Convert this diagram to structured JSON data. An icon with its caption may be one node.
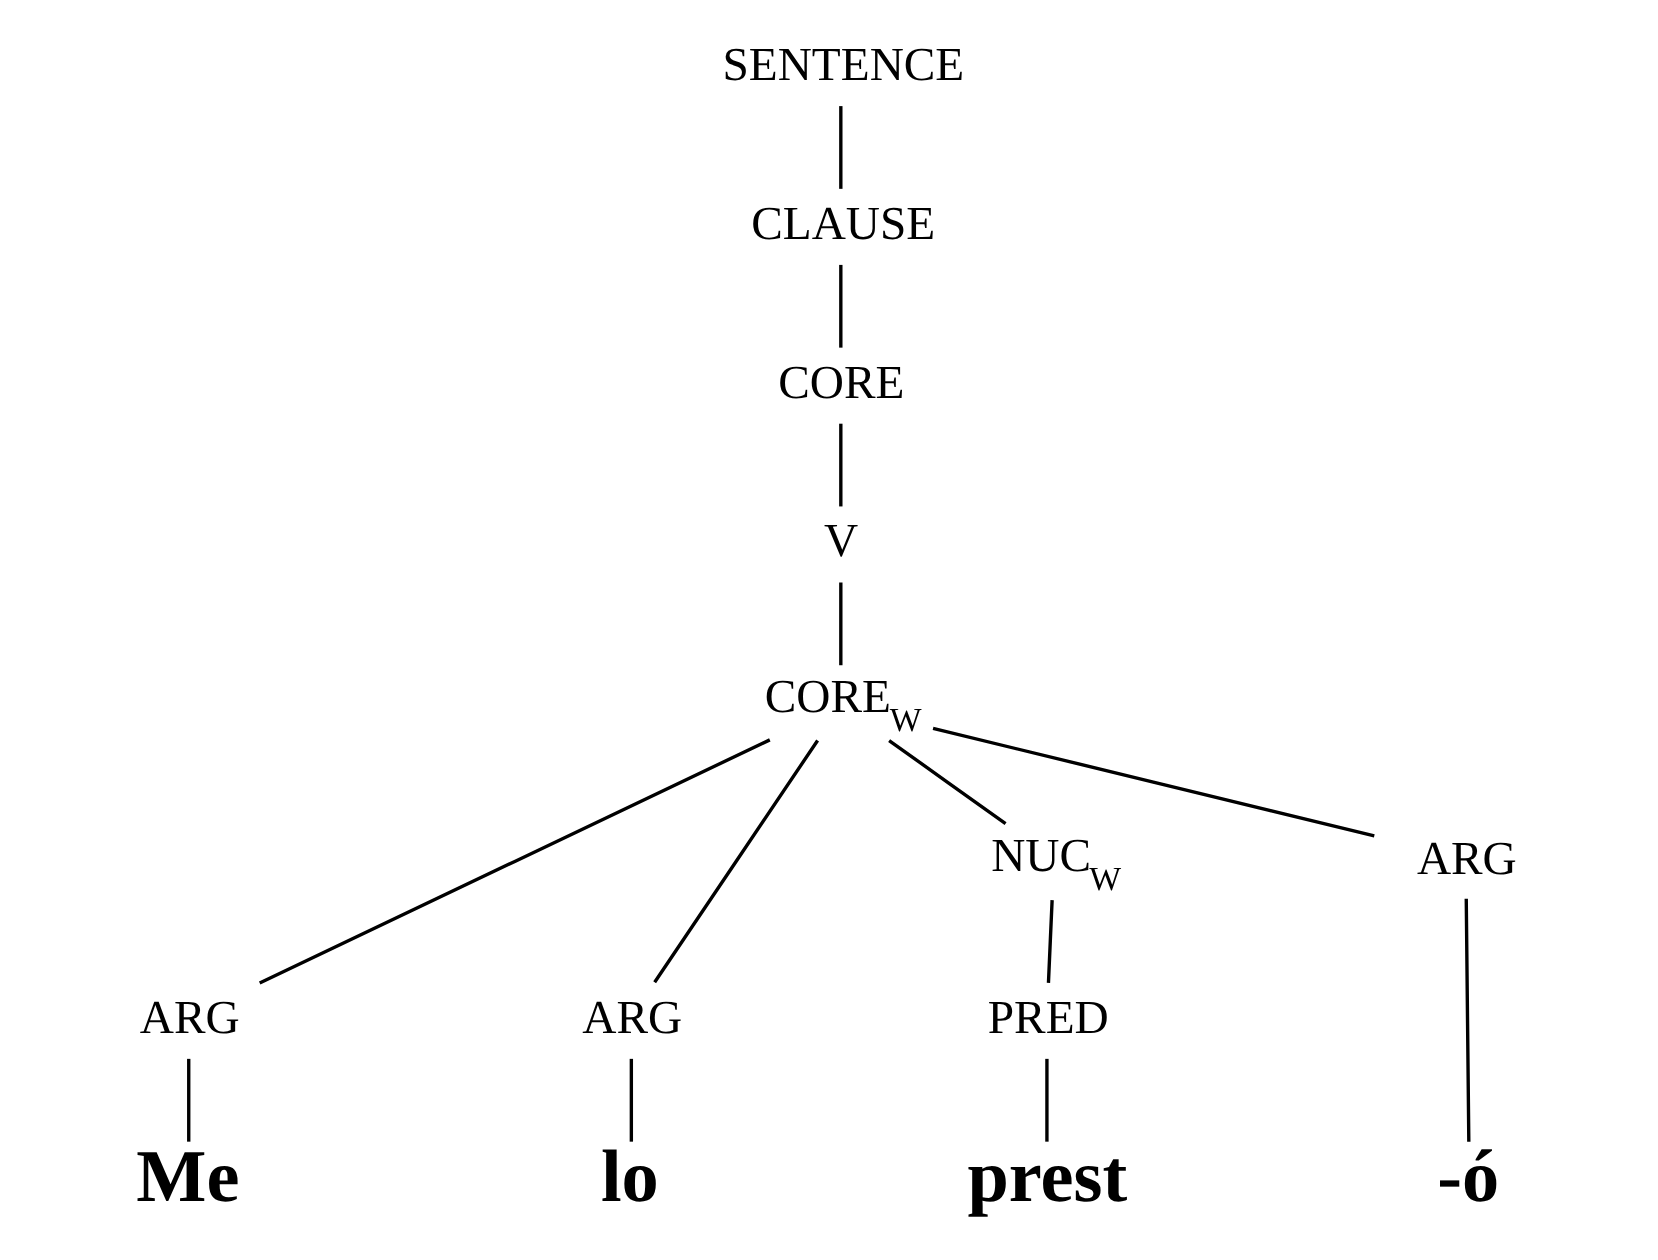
{
  "diagram": {
    "nodes": [
      {
        "text": [
          "SENTENCE"
        ]
      },
      {
        "text": [
          "CLAUSE"
        ]
      },
      {
        "text": [
          "CORE"
        ]
      },
      {
        "text": [
          "V"
        ]
      },
      {
        "text": [
          "CORE$_{W}$"
        ]
      },
      {
        "text": [
          "ARG"
        ]
      },
      {
        "text": [
          "ARG"
        ]
      },
      {
        "text": [
          "NUC$_{W}$"
        ]
      },
      {
        "text": [
          "ARG"
        ]
      },
      {
        "text": [
          "PRED"
        ]
      },
      {
        "text": [
          "Me"
        ]
      },
      {
        "text": [
          "lo"
        ]
      },
      {
        "text": [
          "prest"
        ]
      },
      {
        "text": [
          "-ó"
        ]
      }
    ],
    "edges": [
      {
        "from": 0,
        "to": 1,
        "arrow": "none"
      },
      {
        "from": 1,
        "to": 2,
        "arrow": "none"
      },
      {
        "from": 2,
        "to": 3,
        "arrow": "none"
      },
      {
        "from": 3,
        "to": 4,
        "arrow": "none"
      },
      {
        "from": 4,
        "to": 5,
        "arrow": "none"
      },
      {
        "from": 4,
        "to": 6,
        "arrow": "none"
      },
      {
        "from": 4,
        "to": 7,
        "arrow": "none"
      },
      {
        "from": 4,
        "to": 8,
        "arrow": "none"
      },
      {
        "from": 5,
        "to": 10,
        "arrow": "none"
      },
      {
        "from": 6,
        "to": 11,
        "arrow": "none"
      },
      {
        "from": 7,
        "to": 9,
        "arrow": "none"
      },
      {
        "from": 9,
        "to": 12,
        "arrow": "none"
      },
      {
        "from": 8,
        "to": 13,
        "arrow": "none"
      }
    ]
  }
}
